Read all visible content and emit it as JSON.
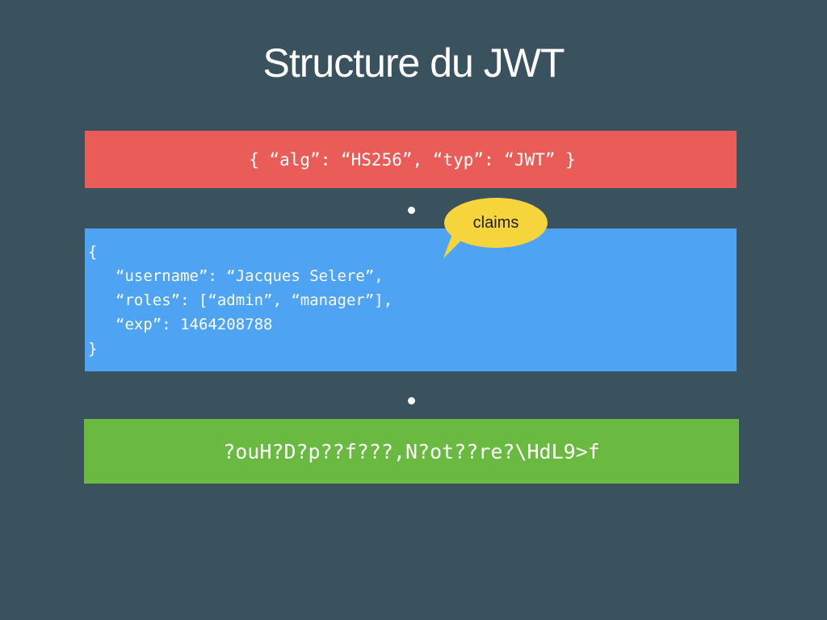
{
  "slide": {
    "title": "Structure du JWT"
  },
  "header": {
    "text": "{ “alg”: “HS256”, “typ”: “JWT” }",
    "color": "#e95c57"
  },
  "payload": {
    "lines": [
      "{",
      "“username”: “Jacques Selere”,",
      "“roles”: [“admin”, “manager”],",
      "“exp”: 1464208788",
      "}"
    ],
    "color": "#4ea3f3"
  },
  "signature": {
    "text": "?ouH?D?p??f???,N?ot??re?\\HdL9>f",
    "color": "#6ab940"
  },
  "callout": {
    "text": "claims",
    "color": "#f5d53b"
  },
  "background_color": "#3a525e"
}
